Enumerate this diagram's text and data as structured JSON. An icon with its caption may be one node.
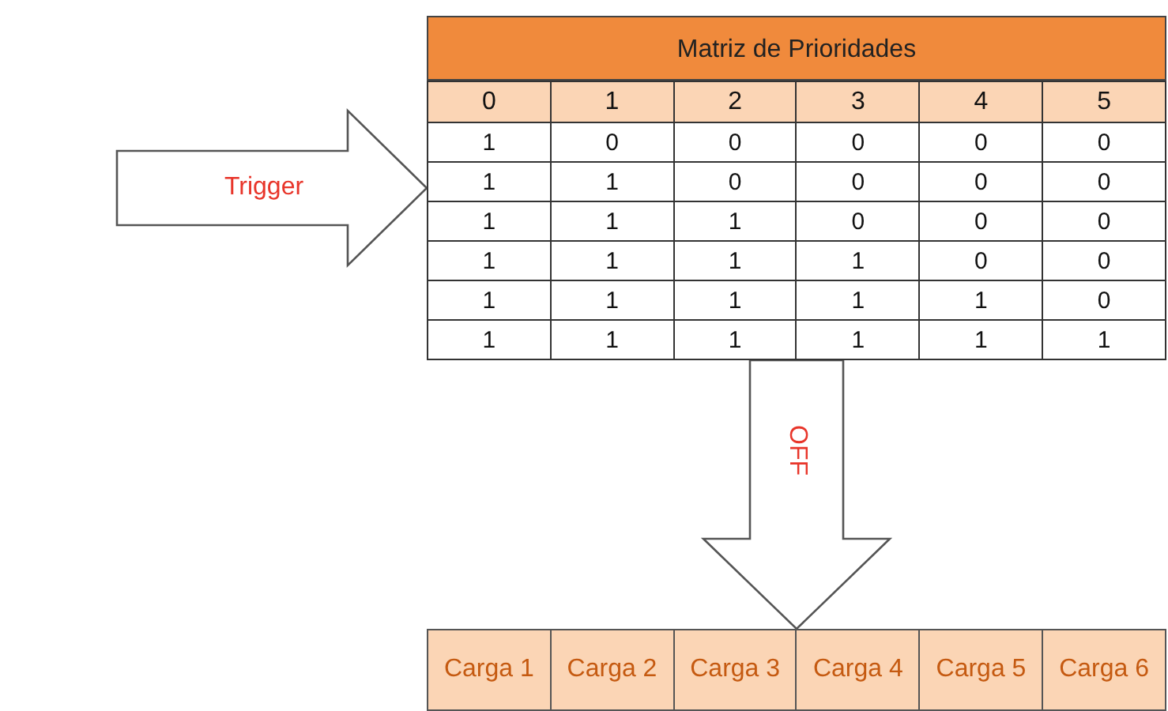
{
  "diagram": {
    "nodes": [
      {
        "text": [
          "Matriz de Prioridades"
        ]
      },
      {
        "text": [],
        "shape": "box"
      },
      {
        "text": [
          "Carga 1"
        ],
        "in": 1
      },
      {
        "text": [
          "Carga 2"
        ],
        "in": 1
      },
      {
        "text": [
          "Carga 3"
        ],
        "in": 1
      },
      {
        "text": [
          "Carga 4"
        ],
        "in": 1
      },
      {
        "text": [
          "Carga 5"
        ],
        "in": 1
      },
      {
        "text": [
          "Carga 6"
        ],
        "in": 1
      }
    ],
    "edges": [
      {
        "from": null,
        "to": 0,
        "arrow": "to",
        "label": "Trigger"
      },
      {
        "from": 0,
        "to": 1,
        "arrow": "to",
        "label": "OFF"
      }
    ],
    "labels": [
      "0",
      "1",
      "2",
      "3",
      "4",
      "5",
      "1",
      "0",
      "0",
      "0",
      "0",
      "0",
      "1",
      "1",
      "0",
      "0",
      "0",
      "0",
      "1",
      "1",
      "1",
      "0",
      "0",
      "0",
      "1",
      "1",
      "1",
      "1",
      "0",
      "0",
      "1",
      "1",
      "1",
      "1",
      "1",
      "0",
      "1",
      "1",
      "1",
      "1",
      "1",
      "1"
    ]
  }
}
